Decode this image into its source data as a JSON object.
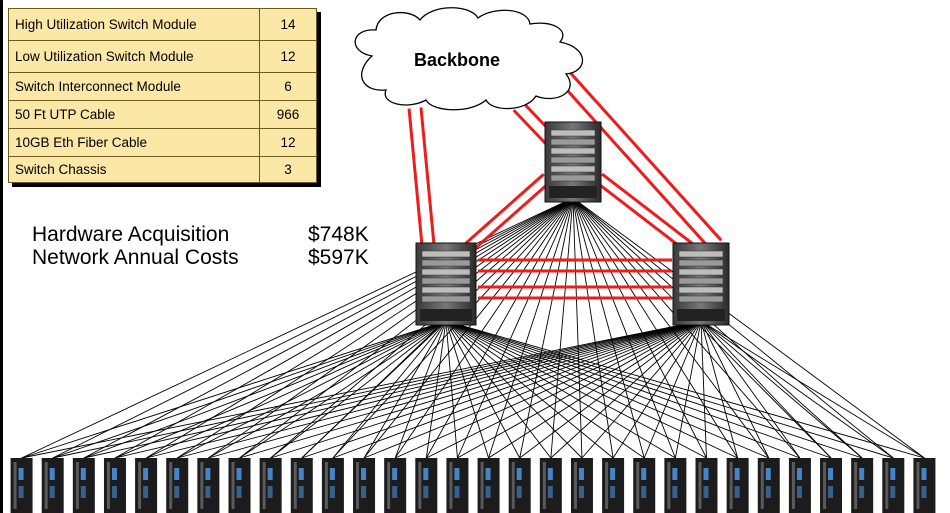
{
  "bom_table": {
    "rows": [
      {
        "item": "High Utilization Switch Module",
        "qty": "14"
      },
      {
        "item": "Low Utilization Switch Module",
        "qty": "12"
      },
      {
        "item": "Switch Interconnect Module",
        "qty": "6"
      },
      {
        "item": "50 Ft UTP Cable",
        "qty": "966"
      },
      {
        "item": "10GB Eth Fiber Cable",
        "qty": "12"
      },
      {
        "item": "Switch Chassis",
        "qty": "3"
      }
    ]
  },
  "costs": [
    {
      "label": "Hardware Acquisition",
      "value": "$748K"
    },
    {
      "label": "Network Annual Costs",
      "value": "$597K"
    }
  ],
  "diagram": {
    "backbone_label": "Backbone",
    "switch_count": 3,
    "rack_count": 30,
    "colors": {
      "uplink": "#ee1c1c",
      "downlink": "#000000",
      "table_fill": "#fbe7a6",
      "rack_body": "#1c1c1c",
      "rack_light": "#4a90d9"
    }
  }
}
